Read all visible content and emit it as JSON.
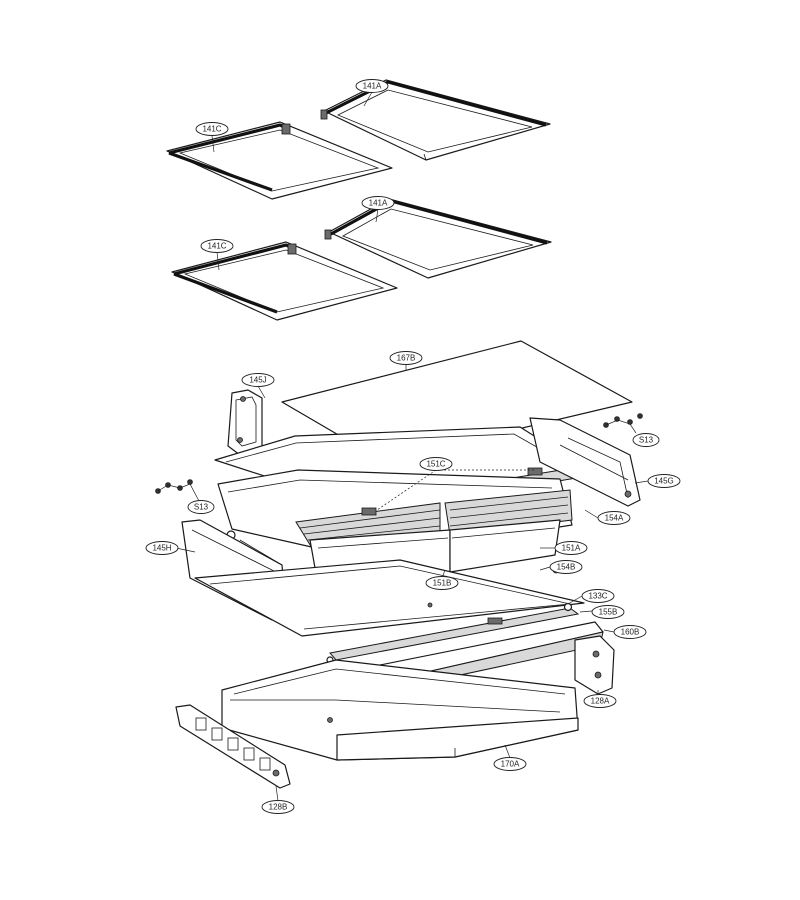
{
  "callouts": [
    {
      "id": "141a-top",
      "label": "141A"
    },
    {
      "id": "141c-top",
      "label": "141C"
    },
    {
      "id": "141a-mid",
      "label": "141A"
    },
    {
      "id": "141c-mid",
      "label": "141C"
    },
    {
      "id": "167b",
      "label": "167B"
    },
    {
      "id": "145j",
      "label": "145J"
    },
    {
      "id": "s13-right",
      "label": "S13"
    },
    {
      "id": "145g",
      "label": "145G"
    },
    {
      "id": "151c",
      "label": "151C"
    },
    {
      "id": "s13-left",
      "label": "S13"
    },
    {
      "id": "154a",
      "label": "154A"
    },
    {
      "id": "145h",
      "label": "145H"
    },
    {
      "id": "151a",
      "label": "151A"
    },
    {
      "id": "154b",
      "label": "154B"
    },
    {
      "id": "151b",
      "label": "151B"
    },
    {
      "id": "133c",
      "label": "133C"
    },
    {
      "id": "155b",
      "label": "155B"
    },
    {
      "id": "160b",
      "label": "160B"
    },
    {
      "id": "128a",
      "label": "128A"
    },
    {
      "id": "170a",
      "label": "170A"
    },
    {
      "id": "128b",
      "label": "128B"
    }
  ]
}
